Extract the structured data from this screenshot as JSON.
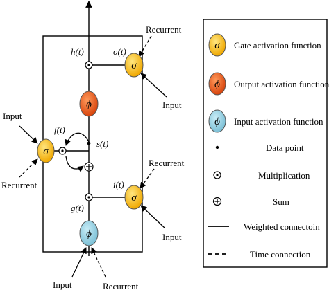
{
  "diagram": {
    "cell_labels": {
      "h": "h(t)",
      "o": "o(t)",
      "f": "f(t)",
      "s": "s(t)",
      "i": "i(t)",
      "g": "g(t)"
    },
    "port_labels": {
      "output_gate_recurrent": "Recurrent",
      "output_gate_input": "Input",
      "forget_gate_input": "Input",
      "forget_gate_recurrent": "Recurrent",
      "input_gate_recurrent": "Recurrent",
      "input_gate_input": "Input",
      "cell_input": "Input",
      "cell_recurrent": "Recurrent"
    },
    "symbols": {
      "sigma": "σ",
      "phi": "ϕ"
    },
    "colors": {
      "gate": "#f5b800",
      "output": "#e8581a",
      "input": "#8ccde0"
    }
  },
  "legend": {
    "items": [
      {
        "label": "Gate activation function",
        "icon": "gate-circle-icon"
      },
      {
        "label": "Output activation function",
        "icon": "output-circle-icon"
      },
      {
        "label": "Input activation function",
        "icon": "input-circle-icon"
      },
      {
        "label": "Data point",
        "icon": "dot-icon"
      },
      {
        "label": "Multiplication",
        "icon": "circled-dot-icon"
      },
      {
        "label": "Sum",
        "icon": "circled-plus-icon"
      },
      {
        "label": "Weighted connectoin",
        "icon": "solid-line-icon"
      },
      {
        "label": "Time connection",
        "icon": "dashed-line-icon"
      }
    ]
  }
}
